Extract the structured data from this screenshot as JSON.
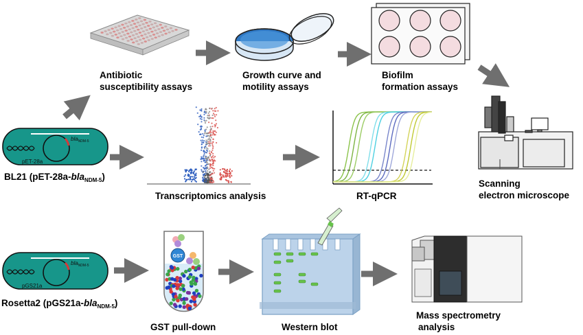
{
  "labels": {
    "antibiotic": [
      "Antibiotic",
      "susceptibility assays"
    ],
    "growth": [
      "Growth curve and",
      "motility assays"
    ],
    "biofilm": [
      "Biofilm",
      "formation assays"
    ],
    "transcriptomics": "Transcriptomics analysis",
    "rtqpcr": "RT-qPCR",
    "sem": [
      "Scanning",
      "electron microscope"
    ],
    "gst": "GST pull-down",
    "western": "Western blot",
    "mass": [
      "Mass spectrometry",
      "analysis"
    ]
  },
  "strain1": {
    "pre": "BL21 (pET-28a-",
    "gene": "bla",
    "sub": "NDM-5",
    "post": ")",
    "plasmid": "pET-28a",
    "gene_label": "bla",
    "gene_sub": "NDM-5"
  },
  "strain2": {
    "pre": "Rosetta2 (pGS21a-",
    "gene": "bla",
    "sub": "NDM-5",
    "post": ")",
    "plasmid": "pGS21a",
    "gene_label": "bla",
    "gene_sub": "NDM-5"
  },
  "gst_protein": "GST",
  "colors": {
    "bacteria": "#17968a",
    "arrow": "#6f6f6f",
    "petri": "#2f78c4",
    "well": "#f4dce0",
    "gel": "#bcd3ea",
    "band": "#67c24a"
  }
}
